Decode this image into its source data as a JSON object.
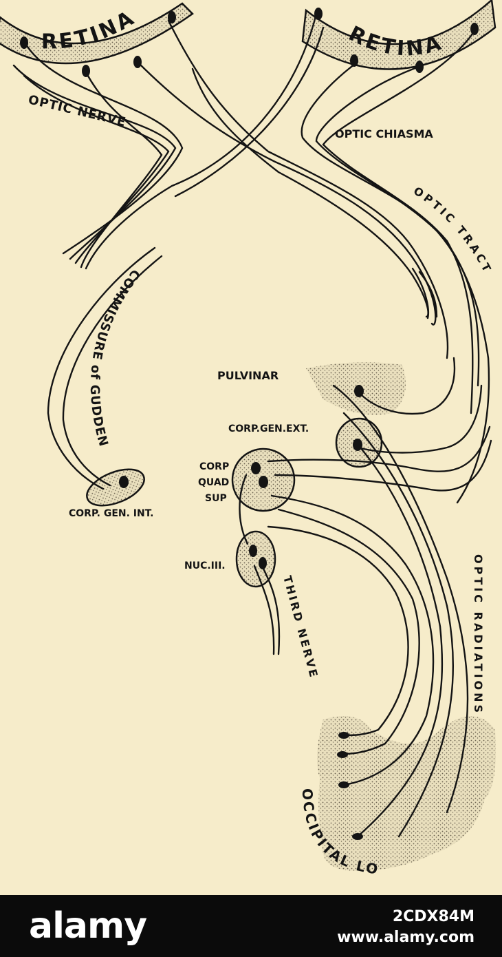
{
  "labels": {
    "retina_left": "RETINA",
    "retina_right": "RETINA",
    "optic_nerve": "OPTIC NERVE",
    "optic_chiasma": "OPTIC CHIASMA",
    "optic_tract": "OPTIC TRACT",
    "commissure": "COMMISSURE of GUDDEN",
    "pulvinar": "PULVINAR",
    "corp_gen_ext": "CORP.GEN.EXT.",
    "corp_quad_sup_1": "CORP",
    "corp_quad_sup_2": "QUAD",
    "corp_quad_sup_3": "SUP",
    "corp_gen_int": "CORP. GEN. INT.",
    "nuc_iii": "NUC.III.",
    "third_nerve": "THIRD NERVE",
    "optic_radiations": "OPTIC RADIATIONS",
    "occipital_lobe": "OCCIPITAL LOBE"
  },
  "footer": {
    "brand": "alamy",
    "stock_id": "2CDX84M",
    "site": "www.alamy.com"
  },
  "colors": {
    "paper": "#f6ecca",
    "ink": "#141414",
    "stipple": "#d9cfae",
    "footer_bg": "#0b0b0b"
  }
}
